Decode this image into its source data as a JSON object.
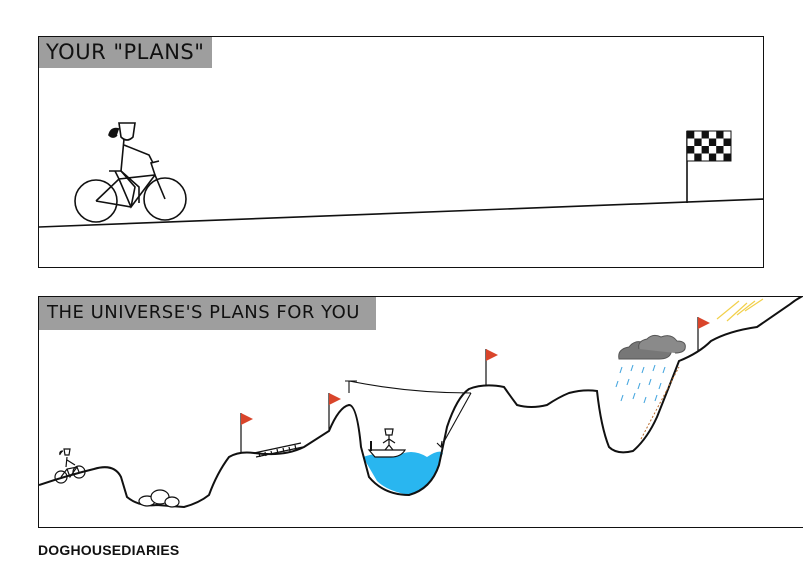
{
  "panel1": {
    "caption": "YOUR \"PLANS\""
  },
  "panel2": {
    "caption": "THE UNIVERSE'S PLANS FOR YOU"
  },
  "footer": {
    "brand": "DOGHOUSEDIARIES"
  },
  "colors": {
    "caption_bg": "#9e9e9e",
    "flag": "#d9452b",
    "water": "#29b6f0",
    "cloud": "#777777",
    "rain": "#4aa8e0",
    "sun": "#f2d04b",
    "rope": "#b86a2a"
  },
  "icons": [
    "cyclist-icon",
    "checkered-flag-icon",
    "red-flag-icon",
    "rocks-icon",
    "bridge-icon",
    "boat-icon",
    "storm-cloud-icon",
    "sun-icon"
  ]
}
